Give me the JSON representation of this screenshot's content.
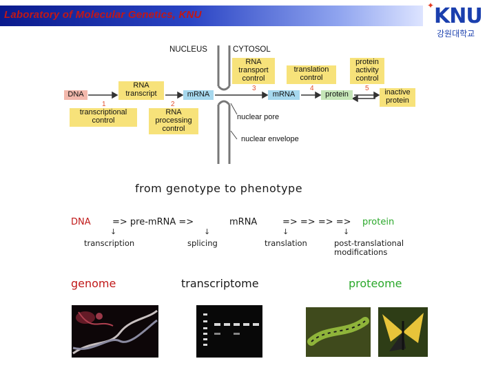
{
  "header": {
    "title": "Laboratory of Molecular Genetics, KNU"
  },
  "logo": {
    "mark": "KNU",
    "korean": "강원대학교"
  },
  "diagram": {
    "nucleus": "NUCLEUS",
    "cytosol": "CYTOSOL",
    "dna": "DNA",
    "rna_transcript": "RNA transcript",
    "mrna_nucleus": "mRNA",
    "mrna_cytosol": "mRNA",
    "protein": "protein",
    "inactive_protein": "inactive protein",
    "transcriptional_control": "transcriptional control",
    "rna_processing_control": "RNA processing control",
    "rna_transport_control": "RNA transport control",
    "translation_control": "translation control",
    "protein_activity_control": "protein activity control",
    "nuclear_pore": "nuclear pore",
    "nuclear_envelope": "nuclear envelope",
    "step1": "1",
    "step2": "2",
    "step3": "3",
    "step4": "4",
    "step5": "5"
  },
  "flow": {
    "heading": "from genotype to phenotype",
    "dna": "DNA",
    "arrow_premrna": "=> pre-mRNA =>",
    "mrna": "mRNA",
    "arrows_multi": "=> => => =>",
    "protein": "protein",
    "down_arrow": "↓",
    "transcription": "transcription",
    "splicing": "splicing",
    "translation": "translation",
    "post_translational_line1": "post-translational",
    "post_translational_line2": "modifications"
  },
  "omics": {
    "genome": "genome",
    "transcriptome": "transcriptome",
    "proteome": "proteome"
  },
  "colors": {
    "title_red": "#c01818",
    "accent_green": "#2aa82a",
    "logo_blue": "#1a3fae"
  }
}
